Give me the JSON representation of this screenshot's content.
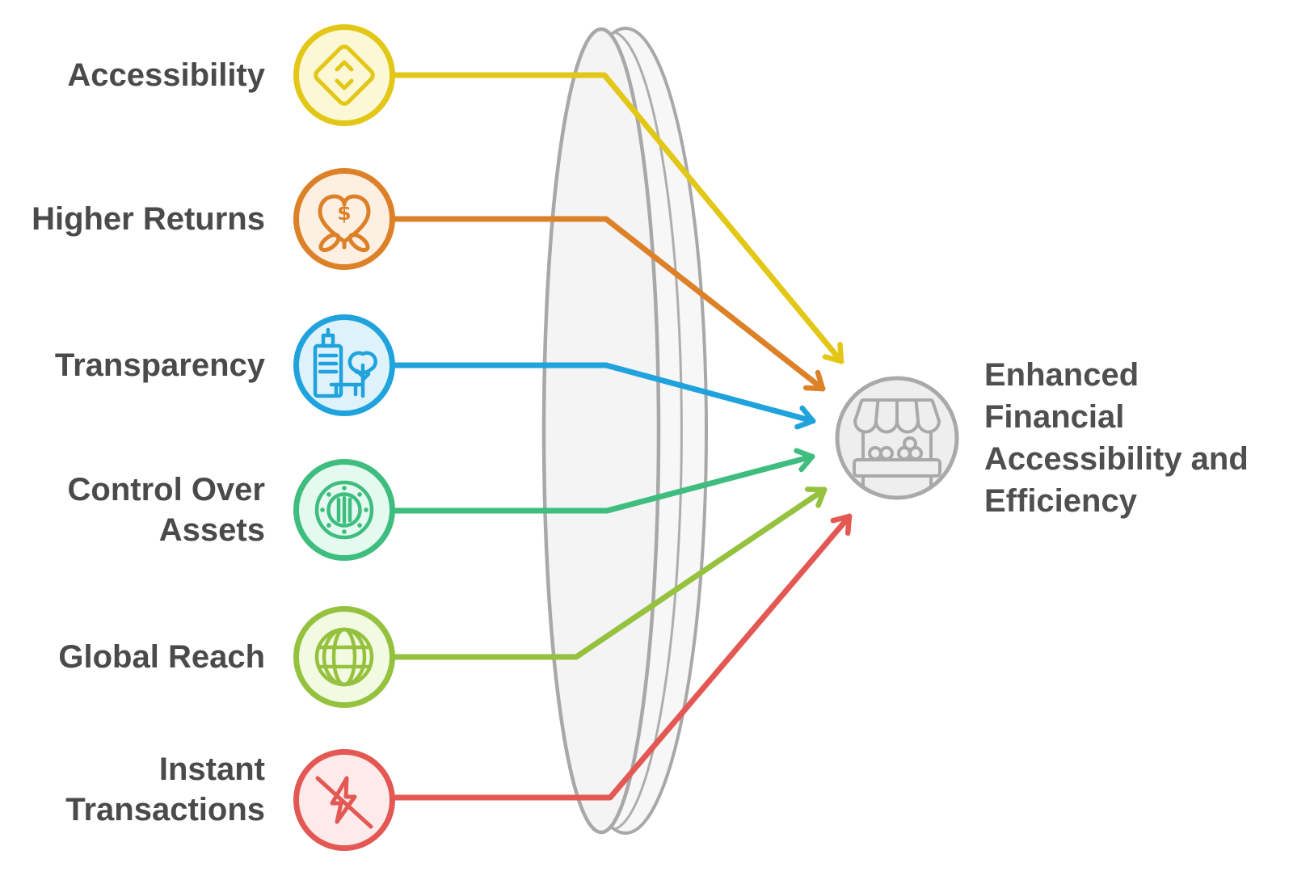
{
  "diagram": {
    "text_color": "#4a4a4a",
    "lens": {
      "stroke": "#a8a8a8",
      "fill": "#f4f4f4",
      "highlight_fill": "#f7f7f7"
    },
    "inputs": [
      {
        "id": "accessibility",
        "label": "Accessibility",
        "icon": "sort-diamond-icon",
        "stroke": "#e2c716",
        "fill": "#fcf8d6"
      },
      {
        "id": "higher-returns",
        "label": "Higher Returns",
        "icon": "money-growth-heart-icon",
        "stroke": "#dd8129",
        "fill": "#fdf0e3",
        "dollar_sign": "$"
      },
      {
        "id": "transparency",
        "label": "Transparency",
        "icon": "building-tree-icon",
        "stroke": "#20a3dd",
        "fill": "#def2fb"
      },
      {
        "id": "control-over-assets",
        "label": "Control Over\nAssets",
        "icon": "porthole-vault-icon",
        "stroke": "#3ebd7f",
        "fill": "#e4f9ef"
      },
      {
        "id": "global-reach",
        "label": "Global Reach",
        "icon": "globe-icon",
        "stroke": "#95c23e",
        "fill": "#f3fae2"
      },
      {
        "id": "instant-transactions",
        "label": "Instant\nTransactions",
        "icon": "flash-off-icon",
        "stroke": "#e45854",
        "fill": "#fcebea"
      }
    ],
    "output": {
      "id": "enhanced-financial-accessibility-and-efficiency",
      "label": "Enhanced\nFinancial\nAccessibility and\nEfficiency",
      "icon": "market-stall-icon",
      "stroke": "#a9a9a9",
      "fill": "#eeeeee"
    }
  }
}
